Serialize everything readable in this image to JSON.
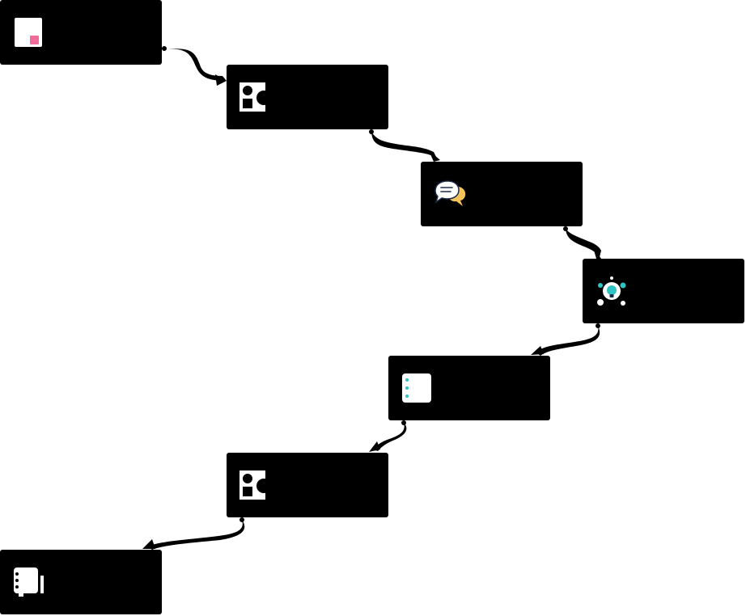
{
  "diagram": {
    "type": "flow",
    "background": "#ffffff",
    "node_color": "#000000",
    "connector_color": "#000000",
    "nodes": [
      {
        "id": "node-1",
        "icon": "document-pink-icon",
        "label": ""
      },
      {
        "id": "node-2",
        "icon": "shapes-icon",
        "label": ""
      },
      {
        "id": "node-3",
        "icon": "chat-bubbles-icon",
        "label": ""
      },
      {
        "id": "node-4",
        "icon": "lightbulb-network-icon",
        "label": ""
      },
      {
        "id": "node-5",
        "icon": "checklist-card-icon",
        "label": ""
      },
      {
        "id": "node-6",
        "icon": "shapes-icon",
        "label": ""
      },
      {
        "id": "node-7",
        "icon": "notebook-icon",
        "label": ""
      }
    ],
    "edges": [
      {
        "from": "node-1",
        "to": "node-2"
      },
      {
        "from": "node-2",
        "to": "node-3"
      },
      {
        "from": "node-3",
        "to": "node-4"
      },
      {
        "from": "node-4",
        "to": "node-5"
      },
      {
        "from": "node-5",
        "to": "node-6"
      },
      {
        "from": "node-6",
        "to": "node-7"
      }
    ],
    "accent_colors": {
      "pink": "#f06a9a",
      "teal": "#2ec4c4",
      "cream": "#ffffff",
      "yellow": "#f4c45a",
      "navy": "#1e2a4a"
    }
  }
}
